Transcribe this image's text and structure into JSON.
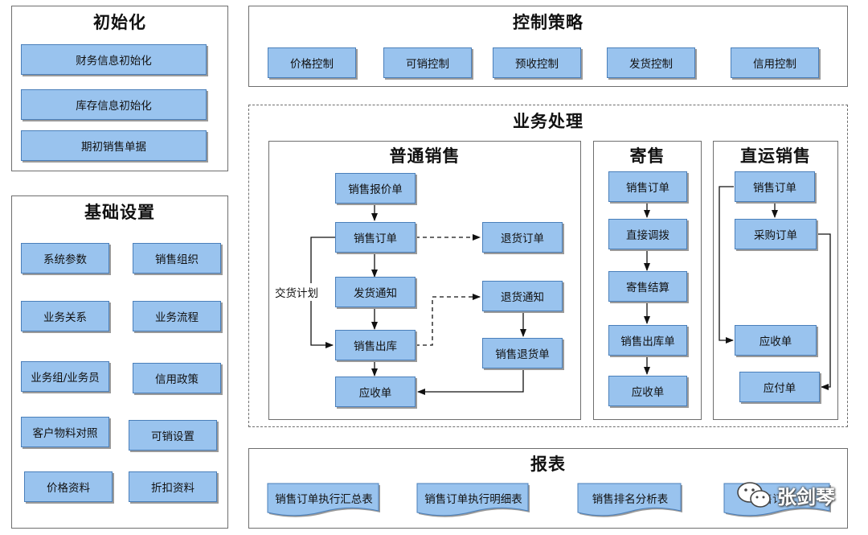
{
  "init": {
    "title": "初始化",
    "items": [
      "财务信息初始化",
      "库存信息初始化",
      "期初销售单据"
    ]
  },
  "basic": {
    "title": "基础设置",
    "items": [
      "系统参数",
      "销售组织",
      "业务关系",
      "业务流程",
      "业务组/业务员",
      "信用政策",
      "客户物料对照",
      "可销设置",
      "价格资料",
      "折扣资料"
    ]
  },
  "control": {
    "title": "控制策略",
    "items": [
      "价格控制",
      "可销控制",
      "预收控制",
      "发货控制",
      "信用控制"
    ]
  },
  "business": {
    "title": "业务处理",
    "normal": {
      "title": "普通销售",
      "quote": "销售报价单",
      "order": "销售订单",
      "notice": "发货通知",
      "outbound": "销售出库",
      "receivable": "应收单",
      "return_order": "退货订单",
      "return_notice": "退货通知",
      "return_slip": "销售退货单",
      "plan_label": "交货计划"
    },
    "consign": {
      "title": "寄售",
      "items": [
        "销售订单",
        "直接调拨",
        "寄售结算",
        "销售出库单",
        "应收单"
      ]
    },
    "direct": {
      "title": "直运销售",
      "order": "销售订单",
      "purchase": "采购订单",
      "receivable": "应收单",
      "payable": "应付单"
    }
  },
  "reports": {
    "title": "报表",
    "items": [
      "销售订单执行汇总表",
      "销售订单执行明细表",
      "销售排名分析表",
      "销售订单..."
    ]
  },
  "watermark": "张剑琴",
  "colors": {
    "box_fill": "#99c3ee",
    "box_border": "#4a7fba",
    "panel_border": "#6e6e6e"
  }
}
